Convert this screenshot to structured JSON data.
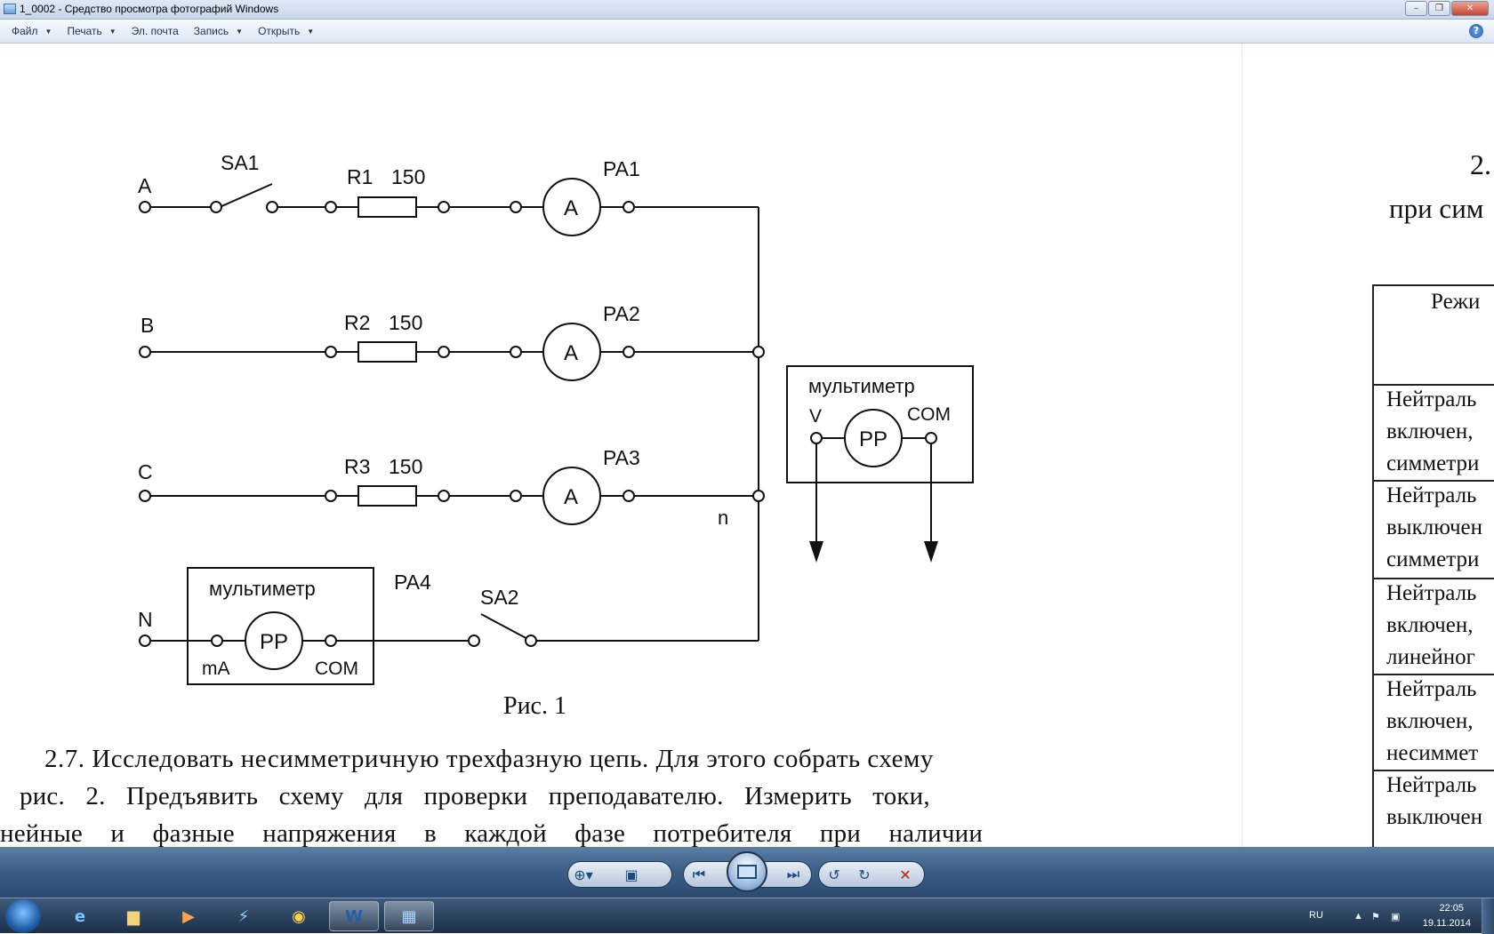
{
  "window": {
    "title": "1_0002 - Средство просмотра фотографий Windows"
  },
  "menu": {
    "items": [
      "Файл",
      "Печать",
      "Эл. почта",
      "Запись",
      "Открыть"
    ]
  },
  "circuit": {
    "phases": [
      "A",
      "B",
      "C",
      "N"
    ],
    "switch1": "SA1",
    "switch2": "SA2",
    "resistors": [
      {
        "name": "R1",
        "value": "150"
      },
      {
        "name": "R2",
        "value": "150"
      },
      {
        "name": "R3",
        "value": "150"
      }
    ],
    "ammeters": [
      "PA1",
      "PA2",
      "PA3"
    ],
    "ammeter_symbol": "A",
    "node_label": "n",
    "multimeter_label": "мультиметр",
    "multimeter_symbol": "PP",
    "pa4": "PA4",
    "mm1_left": "mA",
    "mm1_right": "COM",
    "mm2_left": "V",
    "mm2_right": "COM"
  },
  "doc": {
    "caption": "Рис. 1",
    "line1": "2.7. Исследовать несимметричную трехфазную цепь. Для этого собрать схему",
    "line2": "рис. 2. Предъявить схему для проверки преподавателю. Измерить токи,",
    "line3": "нейные и фазные напряжения в каждой фазе потребителя при наличии",
    "right_heading_num": "2.",
    "right_heading_text": "при сим",
    "table_header": "Режи",
    "rows": [
      [
        "Нейтраль",
        "включен,",
        "симметри"
      ],
      [
        "Нейтраль",
        "выключен",
        "симметри"
      ],
      [
        "Нейтраль",
        "включен,",
        "линейног"
      ],
      [
        "Нейтраль",
        "включен,",
        "несиммет"
      ],
      [
        "Нейтраль",
        "выключен",
        ""
      ]
    ]
  },
  "taskbar": {
    "lang": "RU",
    "time": "22:05",
    "date": "19.11.2014"
  }
}
